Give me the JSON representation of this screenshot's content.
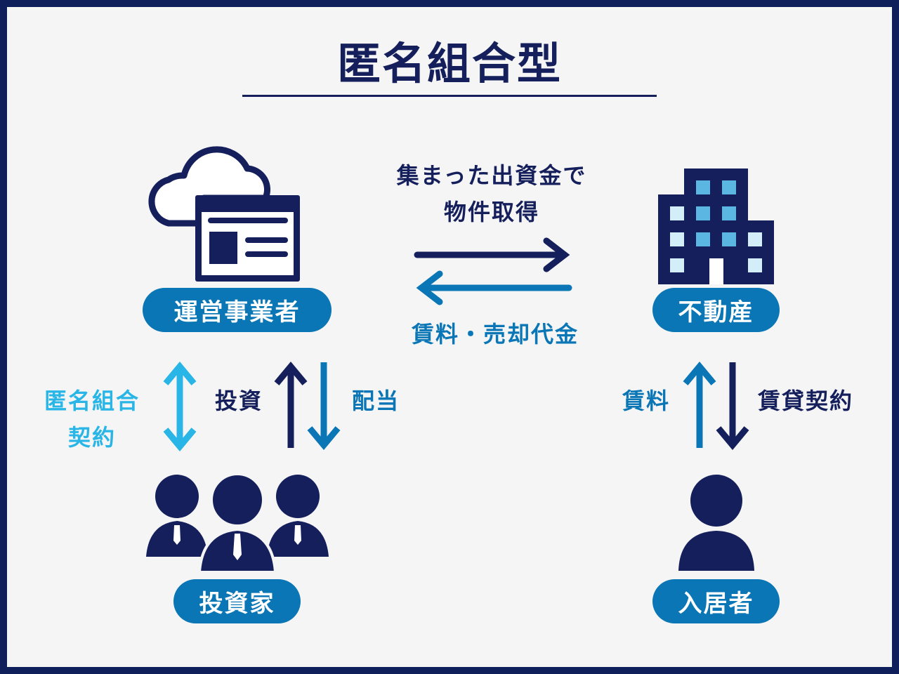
{
  "title": "匿名組合型",
  "nodes": {
    "operator": "運営事業者",
    "property": "不動産",
    "investors": "投資家",
    "tenant": "入居者"
  },
  "flows": {
    "acquire_line1": "集まった出資金で",
    "acquire_line2": "物件取得",
    "rent_sale": "賃料・売却代金",
    "contract_line1": "匿名組合",
    "contract_line2": "契約",
    "invest": "投資",
    "dividend": "配当",
    "rent": "賃料",
    "lease": "賃貸契約"
  },
  "colors": {
    "navy": "#141f5c",
    "blue": "#0a76b6",
    "light_blue": "#29b6e6",
    "background": "#f5f5f5"
  }
}
